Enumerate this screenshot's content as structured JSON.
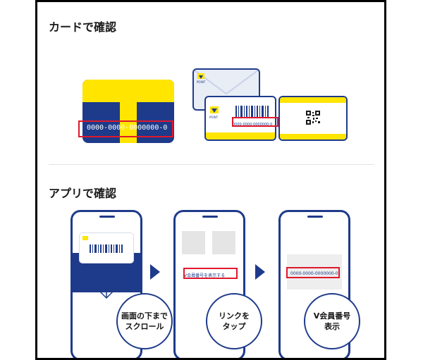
{
  "sections": {
    "card": {
      "heading": "カードで確認"
    },
    "app": {
      "heading": "アプリで確認"
    }
  },
  "tcard": {
    "number": "0000-0000-0000000-0"
  },
  "vcard": {
    "logo": "POINT",
    "number": "0000-0000-0000000-0"
  },
  "steps": [
    {
      "label": "画面の下まで\nスクロール"
    },
    {
      "label": "リンクを\nタップ",
      "link_text": "V会員番号を表示する"
    },
    {
      "label": "V会員番号\n表示",
      "number": "0000-0000-0000000-0"
    }
  ],
  "colors": {
    "navy": "#1e3a8a",
    "yellow": "#ffe500",
    "red": "#e0182d",
    "light_blue": "#e8edf6"
  }
}
